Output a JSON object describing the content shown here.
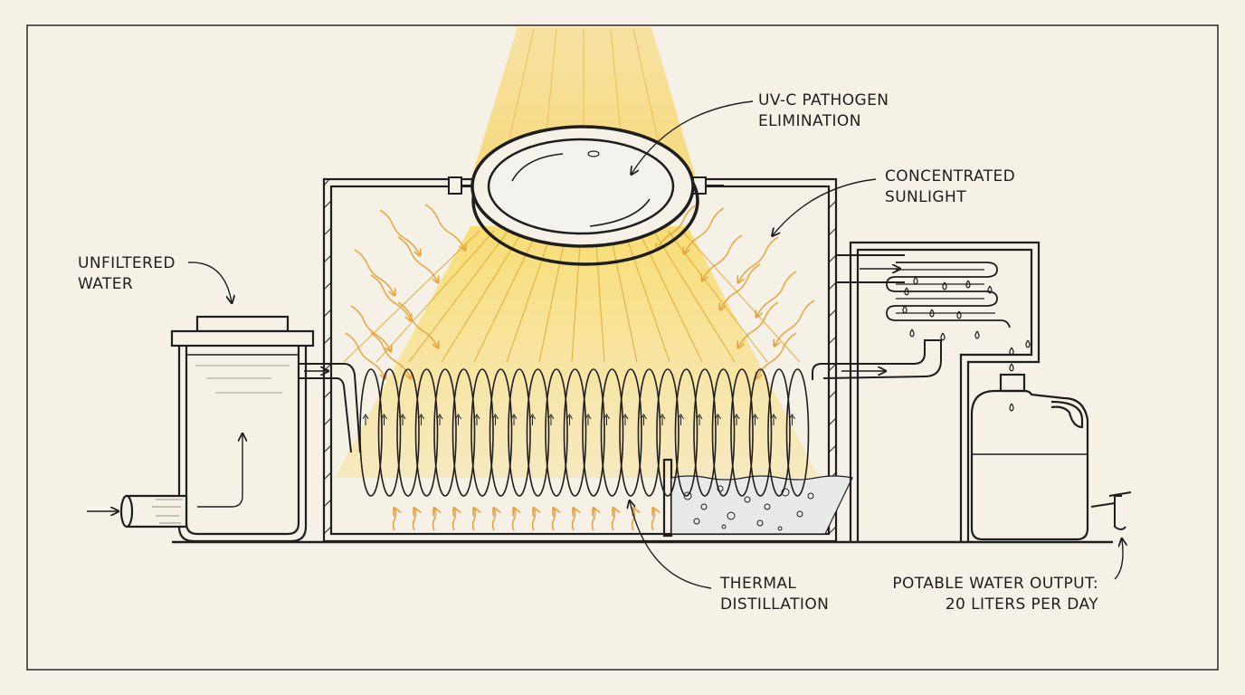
{
  "labels": {
    "uvc": {
      "line1": "UV-C PATHOGEN",
      "line2": "ELIMINATION"
    },
    "sunlight": {
      "line1": "CONCENTRATED",
      "line2": "SUNLIGHT"
    },
    "unfiltered": {
      "line1": "UNFILTERED",
      "line2": "WATER"
    },
    "thermal": {
      "line1": "THERMAL",
      "line2": "DISTILLATION"
    },
    "output": {
      "line1": "POTABLE WATER OUTPUT:",
      "line2": "20 LITERS PER DAY"
    }
  },
  "colors": {
    "ink": "#1e1e1e",
    "paper": "#f6f1e6",
    "sun_beam": "#f7d56a",
    "sun_arrow": "#e8a23a",
    "water": "#cfd8dc"
  }
}
